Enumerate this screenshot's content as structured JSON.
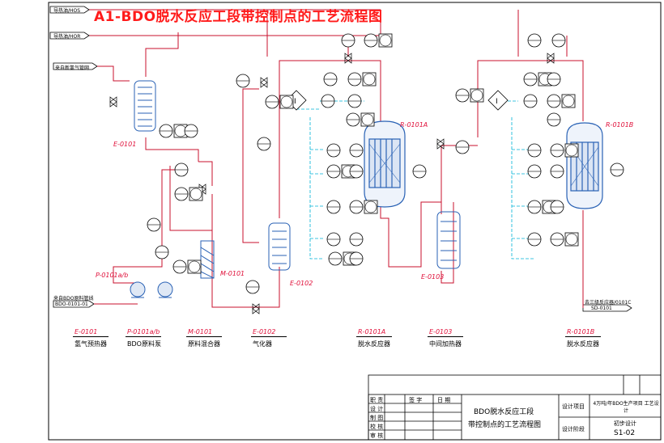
{
  "title": "A1-BDO脱水反应工段带控制点的工艺流程图",
  "streams": {
    "top_in": "导热油/HOS",
    "top_out": "导热油/HOR",
    "gas_in": "来自新氢气管网",
    "bdo_in": "来自BDO原料管线",
    "bdo_in_code": "BDO-0101-01",
    "product_out": "去三级反应器/0101C",
    "product_code": "SD-0101"
  },
  "equipment_tags": {
    "e0101": "E-0101",
    "p0101": "P-0101a/b",
    "m0101": "M-0101",
    "e0102": "E-0102",
    "r0101a": "R-0101A",
    "e0103": "E-0103",
    "r0101b": "R-0101B"
  },
  "legend": [
    {
      "tag": "E-0101",
      "name": "氢气预热器"
    },
    {
      "tag": "P-0101a/b",
      "name": "BDO原料泵"
    },
    {
      "tag": "M-0101",
      "name": "原料混合器"
    },
    {
      "tag": "E-0102",
      "name": "气化器"
    },
    {
      "tag": "R-0101A",
      "name": "脱水反应器"
    },
    {
      "tag": "E-0103",
      "name": "中间加热器"
    },
    {
      "tag": "R-0101B",
      "name": "脱水反应器"
    }
  ],
  "title_block": {
    "roles": [
      "职 责",
      "设 计",
      "制 图",
      "校 核",
      "审 核"
    ],
    "col_sign": "签 字",
    "col_date": "日 期",
    "drawing_title_1": "BDO脱水反应工段",
    "drawing_title_2": "带控制点的工艺流程图",
    "label_project": "设计项目",
    "label_stage": "设计阶段",
    "project_name": "4万吨/年BDO生产项目 工艺设计",
    "stage_value": "初步设计",
    "drawing_no": "S1-02"
  },
  "colors": {
    "process_line": "#c8102e",
    "signal_line": "#00b4d8",
    "title_red": "#ff1a1a",
    "vessel_blue": "#2a62b5"
  }
}
